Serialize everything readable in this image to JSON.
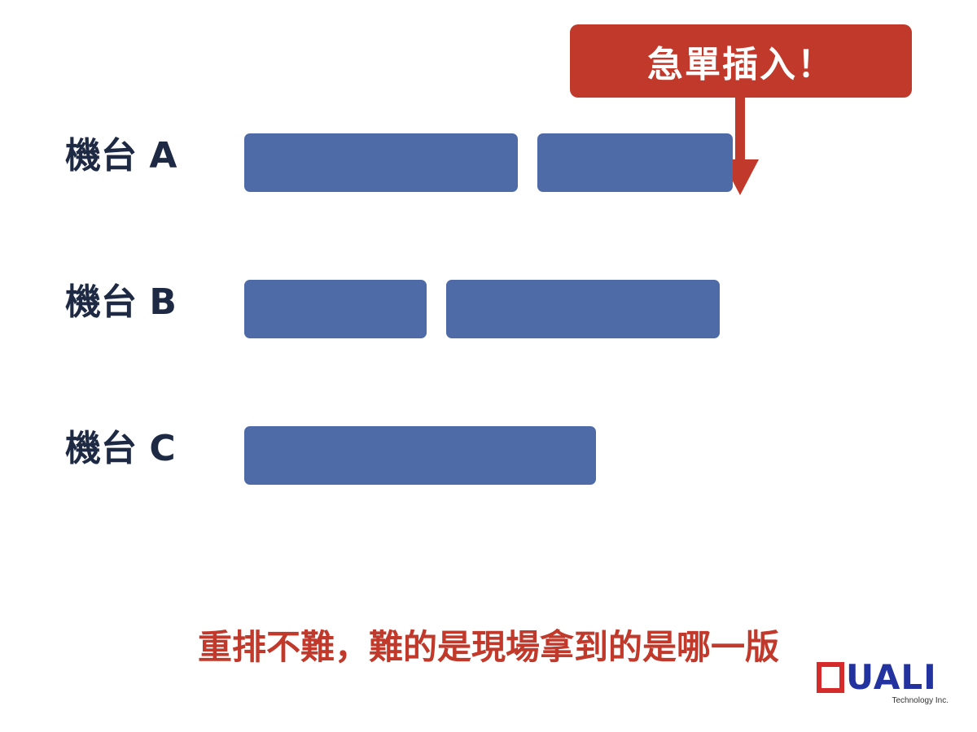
{
  "callout": {
    "text": "急單插入！"
  },
  "machines": [
    {
      "label": "機台 A"
    },
    {
      "label": "機台 B"
    },
    {
      "label": "機台 C"
    }
  ],
  "caption": "重排不難，難的是現場拿到的是哪一版",
  "logo": {
    "mark": "UALI",
    "tagline": "Technology Inc."
  },
  "colors": {
    "job_block": "#4e6aa7",
    "callout": "#c0392b",
    "label": "#1e2a44",
    "caption": "#c0392b"
  }
}
